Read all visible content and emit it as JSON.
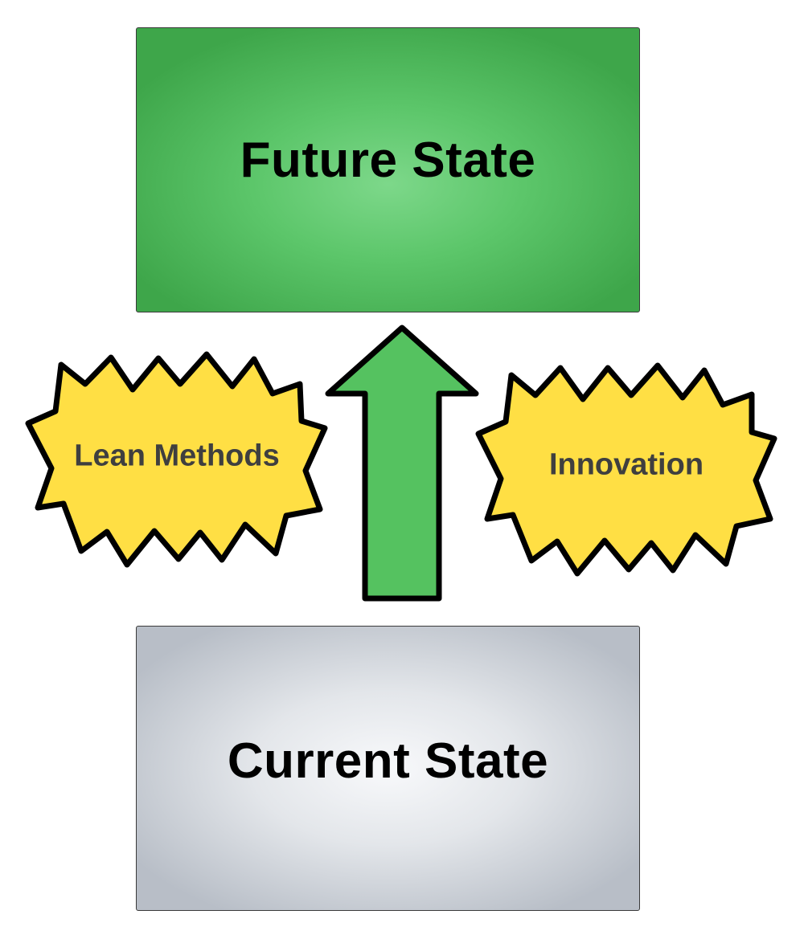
{
  "diagram": {
    "future_state": {
      "label": "Future State",
      "fill": "#5cc66a"
    },
    "current_state": {
      "label": "Current State",
      "fill": "#e3e6ea"
    },
    "arrow": {
      "direction": "up",
      "fill": "#55c260"
    },
    "bursts": [
      {
        "label": "Lean Methods",
        "fill": "#ffdf44"
      },
      {
        "label": "Innovation",
        "fill": "#ffdf44"
      }
    ]
  }
}
